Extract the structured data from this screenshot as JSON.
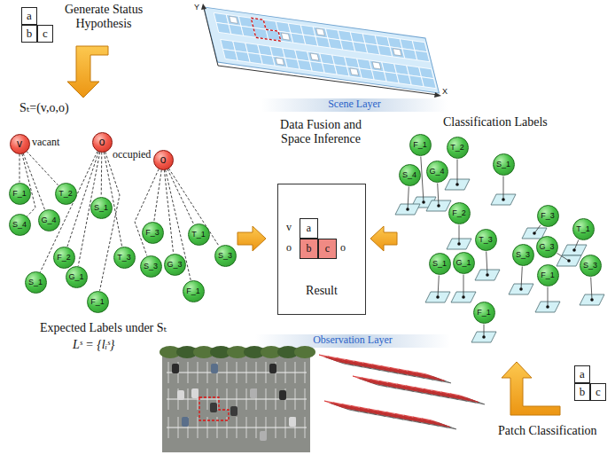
{
  "diagram": {
    "nodes": [
      {
        "text": [
          "a"
        ]
      },
      {
        "text": [
          "b"
        ]
      },
      {
        "text": [
          "c"
        ]
      },
      {
        "text": [
          "v"
        ]
      },
      {
        "text": [
          "o"
        ]
      },
      {
        "text": [
          "o"
        ]
      },
      {
        "text": [
          "F_1"
        ]
      },
      {
        "text": [
          "S_4"
        ]
      },
      {
        "text": [
          "G_4"
        ]
      },
      {
        "text": [
          "T_2"
        ]
      },
      {
        "text": [
          "S_1"
        ]
      },
      {
        "text": [
          "F_2"
        ]
      },
      {
        "text": [
          "S_1"
        ]
      },
      {
        "text": [
          "G_1"
        ]
      },
      {
        "text": [
          "T_3"
        ]
      },
      {
        "text": [
          "F_1"
        ]
      },
      {
        "text": [
          "F_3"
        ]
      },
      {
        "text": [
          "S_3"
        ]
      },
      {
        "text": [
          "G_3"
        ]
      },
      {
        "text": [
          "T_1"
        ]
      },
      {
        "text": [
          "F_1"
        ]
      },
      {
        "text": [
          "S_3"
        ]
      },
      {
        "text": [
          "Result"
        ]
      },
      {
        "text": [
          "a"
        ],
        "in": 22
      },
      {
        "text": [
          "b"
        ],
        "in": 22
      },
      {
        "text": [
          "c"
        ],
        "in": 22
      },
      {
        "text": [
          "F_1"
        ]
      },
      {
        "text": [
          "T_2"
        ]
      },
      {
        "text": [
          "S_1"
        ]
      },
      {
        "text": [
          "S_4"
        ]
      },
      {
        "text": [
          "G_4"
        ]
      },
      {
        "text": [
          "F_2"
        ]
      },
      {
        "text": [
          "T_3"
        ]
      },
      {
        "text": [
          "S_1"
        ]
      },
      {
        "text": [
          "G_1"
        ]
      },
      {
        "text": [
          "F_1"
        ]
      },
      {
        "text": [
          "F_3"
        ]
      },
      {
        "text": [
          "T_1"
        ]
      },
      {
        "text": [
          "S_3"
        ]
      },
      {
        "text": [
          "G_3"
        ]
      },
      {
        "text": [
          "S_3"
        ]
      },
      {
        "text": [
          "F_1"
        ]
      },
      {
        "text": [
          "a"
        ]
      },
      {
        "text": [
          "b"
        ]
      },
      {
        "text": [
          "c"
        ]
      }
    ],
    "edges": [
      {
        "from": 3,
        "to": 6,
        "arrow": "none"
      },
      {
        "from": 3,
        "to": 7,
        "arrow": "none"
      },
      {
        "from": 3,
        "to": 8,
        "arrow": "none"
      },
      {
        "from": 3,
        "to": 9,
        "arrow": "none"
      },
      {
        "from": 4,
        "to": 10,
        "arrow": "none"
      },
      {
        "from": 4,
        "to": 11,
        "arrow": "none"
      },
      {
        "from": 4,
        "to": 12,
        "arrow": "none"
      },
      {
        "from": 4,
        "to": 13,
        "arrow": "none"
      },
      {
        "from": 4,
        "to": 14,
        "arrow": "none"
      },
      {
        "from": 4,
        "to": 15,
        "arrow": "none"
      },
      {
        "from": 5,
        "to": 16,
        "arrow": "none"
      },
      {
        "from": 5,
        "to": 17,
        "arrow": "none"
      },
      {
        "from": 5,
        "to": 18,
        "arrow": "none"
      },
      {
        "from": 5,
        "to": 19,
        "arrow": "none"
      },
      {
        "from": 5,
        "to": 20,
        "arrow": "none"
      },
      {
        "from": 5,
        "to": 21,
        "arrow": "none"
      }
    ],
    "labels": [
      "Generate Status Hypothesis",
      "Sₜ=(v,o,o)",
      "Y",
      "X",
      "Scene Layer",
      "vacant",
      "occupied",
      "Data Fusion and Space Inference",
      "Classification Labels",
      "v",
      "o",
      "o",
      "Expected Labels under Sₜ",
      "Lˢ = {lᵢˢ}",
      "Observation Layer",
      "Patch Classification"
    ]
  }
}
